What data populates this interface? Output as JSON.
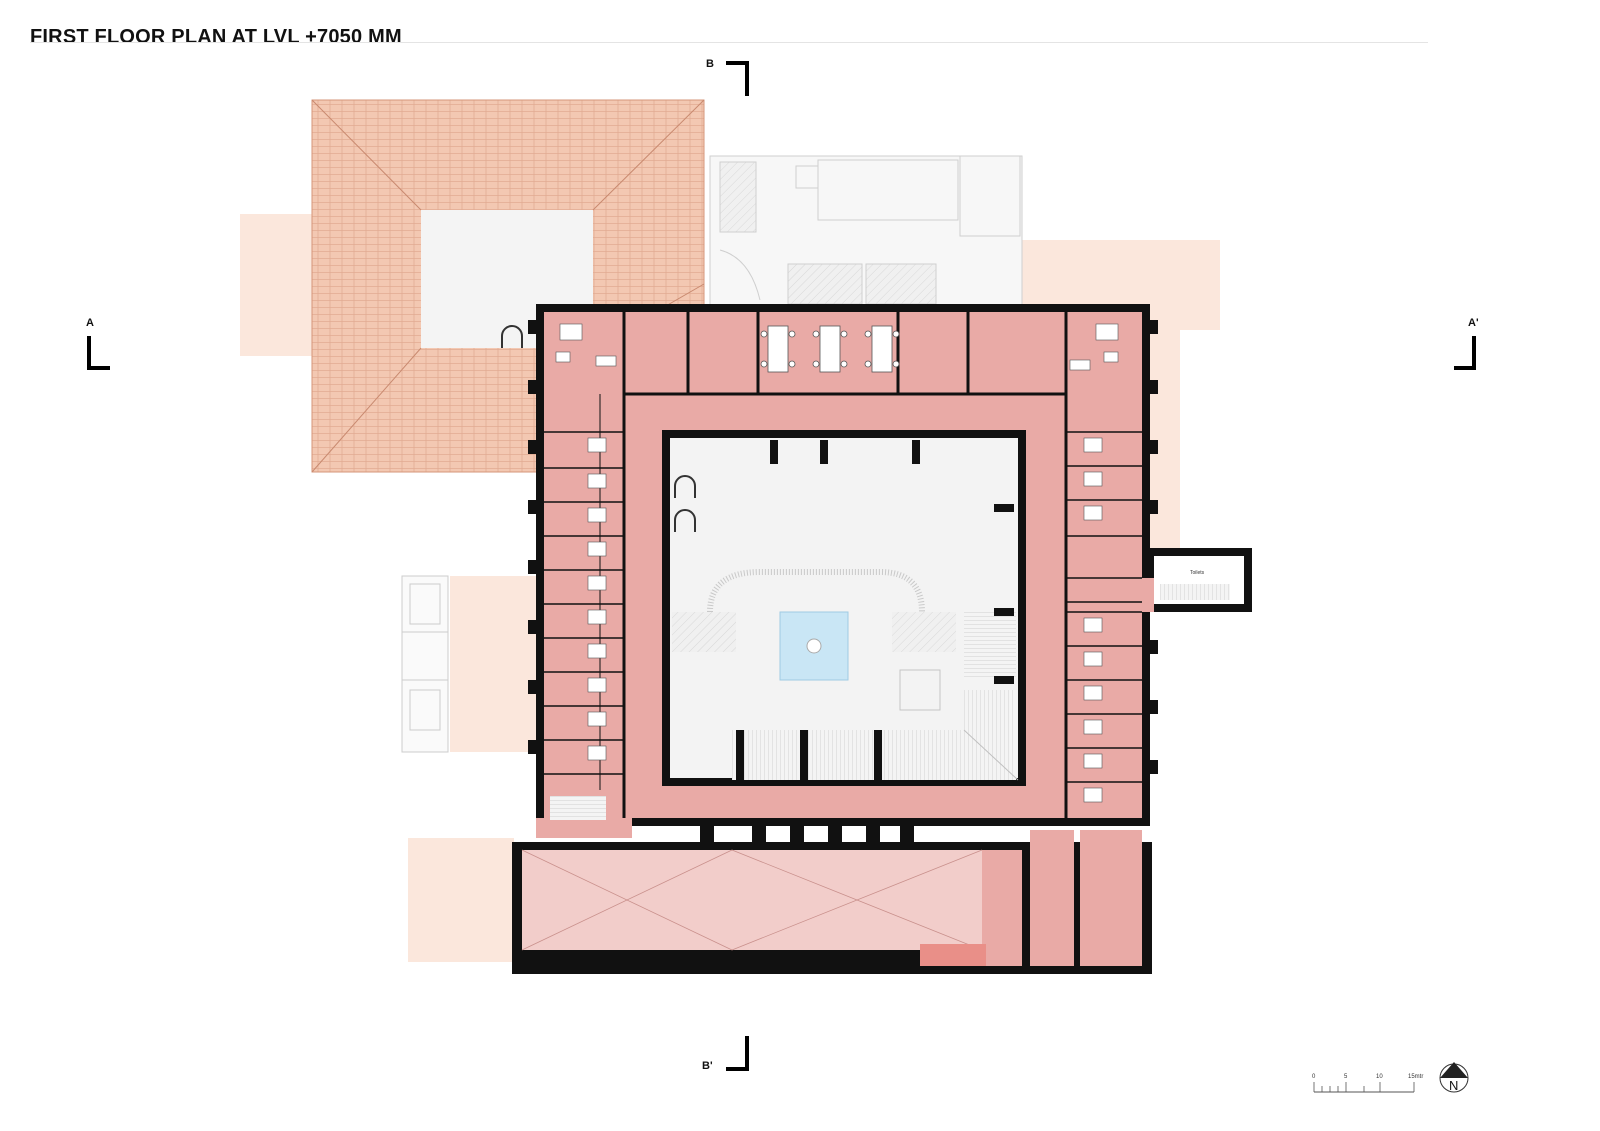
{
  "drawing": {
    "title": "FIRST FLOOR PLAN AT LVL  +7050 MM"
  },
  "sections": {
    "a_left": "A",
    "a_right": "A'",
    "b_top": "B",
    "b_bottom": "B'"
  },
  "rooms": {
    "stair_annex": "Toilets"
  },
  "scale_bar": {
    "labels": [
      "0",
      "5",
      "10",
      "15mtr"
    ]
  },
  "north_arrow": {
    "label": "N"
  },
  "colors": {
    "wall": "#111111",
    "room_fill": "#e9aaa6",
    "hall_fill": "#f2cdca",
    "roof_tile": "#f3c8b2",
    "terrace": "#fbe7dc",
    "courtyard": "#f3f3f3",
    "pool": "#c9e6f5"
  }
}
